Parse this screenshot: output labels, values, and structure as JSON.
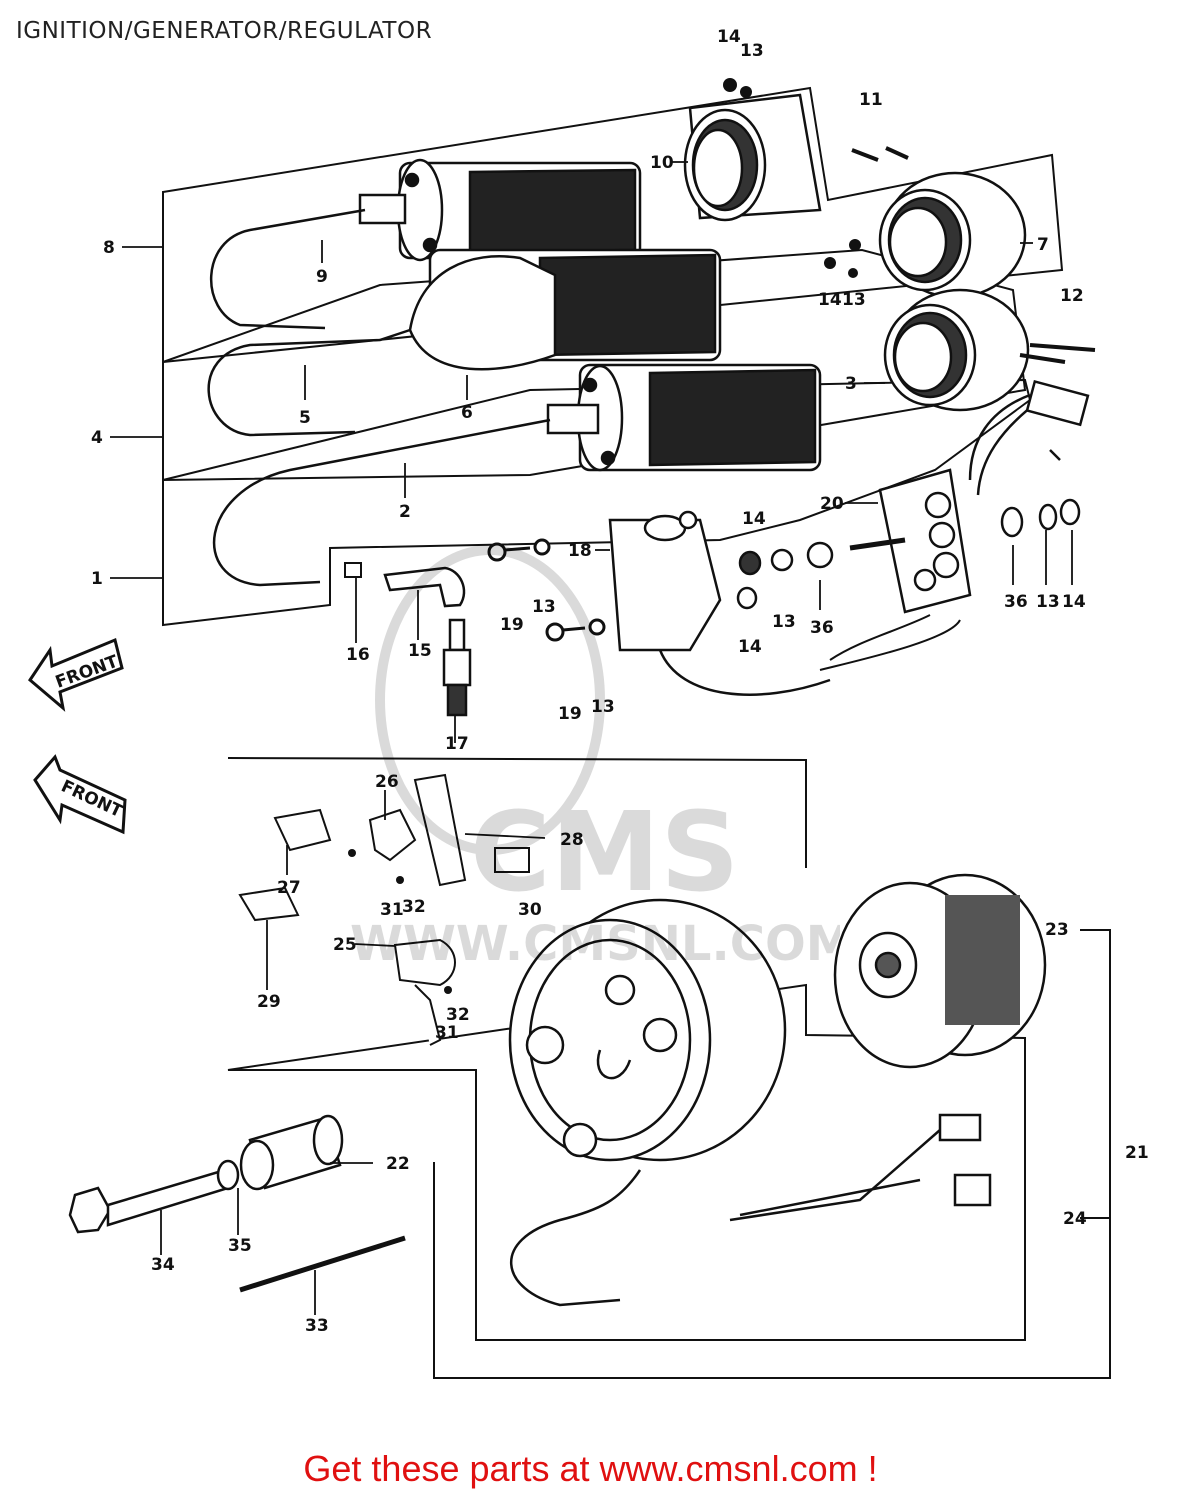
{
  "title": "IGNITION/GENERATOR/REGULATOR",
  "watermark": {
    "main": "CMS",
    "url": "WWW.CMSNL.COM"
  },
  "front_arrows": [
    "FRONT",
    "FRONT"
  ],
  "callouts": [
    {
      "id": "c14a",
      "text": "14"
    },
    {
      "id": "c13a",
      "text": "13"
    },
    {
      "id": "c11",
      "text": "11"
    },
    {
      "id": "c10",
      "text": "10"
    },
    {
      "id": "c8",
      "text": "8"
    },
    {
      "id": "c9",
      "text": "9"
    },
    {
      "id": "c7",
      "text": "7"
    },
    {
      "id": "c14b",
      "text": "14"
    },
    {
      "id": "c13b",
      "text": "13"
    },
    {
      "id": "c12",
      "text": "12"
    },
    {
      "id": "c5",
      "text": "5"
    },
    {
      "id": "c6",
      "text": "6"
    },
    {
      "id": "c3",
      "text": "3"
    },
    {
      "id": "c4",
      "text": "4"
    },
    {
      "id": "c2",
      "text": "2"
    },
    {
      "id": "c20",
      "text": "20"
    },
    {
      "id": "c14c",
      "text": "14"
    },
    {
      "id": "c18",
      "text": "18"
    },
    {
      "id": "c1",
      "text": "1"
    },
    {
      "id": "c19a",
      "text": "19"
    },
    {
      "id": "c13c",
      "text": "13"
    },
    {
      "id": "c13d",
      "text": "13"
    },
    {
      "id": "c36a",
      "text": "36"
    },
    {
      "id": "c14d",
      "text": "14"
    },
    {
      "id": "c36b",
      "text": "36"
    },
    {
      "id": "c13e",
      "text": "13"
    },
    {
      "id": "c14e",
      "text": "14"
    },
    {
      "id": "c16",
      "text": "16"
    },
    {
      "id": "c15",
      "text": "15"
    },
    {
      "id": "c19b",
      "text": "19"
    },
    {
      "id": "c13f",
      "text": "13"
    },
    {
      "id": "c17",
      "text": "17"
    },
    {
      "id": "c26",
      "text": "26"
    },
    {
      "id": "c28",
      "text": "28"
    },
    {
      "id": "c27",
      "text": "27"
    },
    {
      "id": "c31a",
      "text": "31"
    },
    {
      "id": "c32a",
      "text": "32"
    },
    {
      "id": "c30",
      "text": "30"
    },
    {
      "id": "c23",
      "text": "23"
    },
    {
      "id": "c25",
      "text": "25"
    },
    {
      "id": "c29",
      "text": "29"
    },
    {
      "id": "c32b",
      "text": "32"
    },
    {
      "id": "c31b",
      "text": "31"
    },
    {
      "id": "c21",
      "text": "21"
    },
    {
      "id": "c22",
      "text": "22"
    },
    {
      "id": "c24",
      "text": "24"
    },
    {
      "id": "c34",
      "text": "34"
    },
    {
      "id": "c35",
      "text": "35"
    },
    {
      "id": "c33",
      "text": "33"
    }
  ],
  "promo_text": "Get these parts at www.cmsnl.com !"
}
